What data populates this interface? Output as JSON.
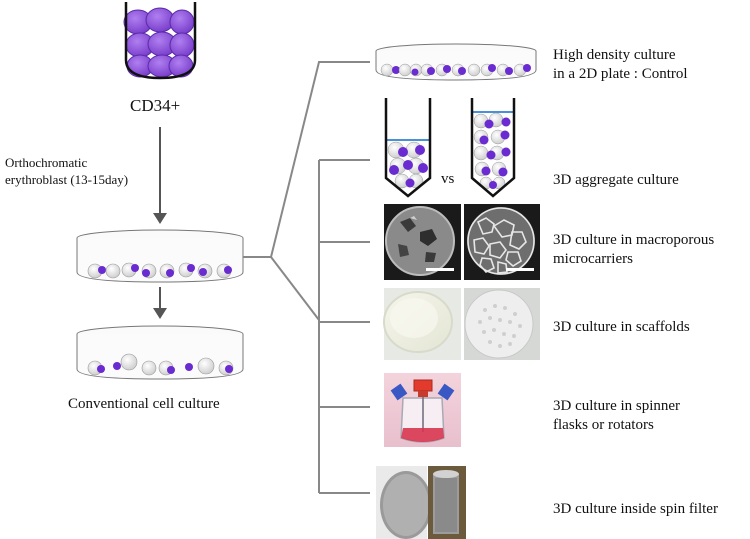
{
  "labels": {
    "cd34": "CD34+",
    "ortho_line1": "Orthochromatic",
    "ortho_line2": "erythroblast (13-15day)",
    "conventional": "Conventional  cell culture",
    "vs": "vs"
  },
  "conditions": [
    {
      "line1": "High density culture",
      "line2": "in a 2D plate : Control"
    },
    {
      "line1": "3D aggregate  culture",
      "line2": ""
    },
    {
      "line1": "3D culture in macroporous",
      "line2": "microcarriers"
    },
    {
      "line1": "3D culture in scaffolds",
      "line2": ""
    },
    {
      "line1": "3D culture in spinner",
      "line2": "flasks or rotators"
    },
    {
      "line1": "3D culture inside spin filter",
      "line2": ""
    }
  ],
  "colors": {
    "cell_purple": "#8c4fd8",
    "cell_nucleus": "#5a1fc0",
    "cell_white": "#e6e6e6",
    "line_gray": "#808080",
    "arrow_gray": "#555555",
    "tube_blue_line": "#4a90d9"
  }
}
